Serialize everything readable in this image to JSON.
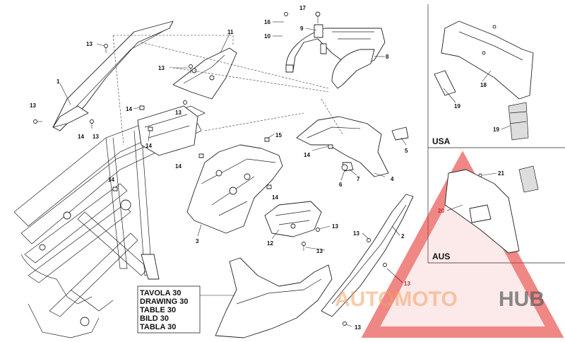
{
  "callouts": {
    "c1": "1",
    "c2": "2",
    "c3": "3",
    "c4": "4",
    "c5": "5",
    "c6": "6",
    "c7": "7",
    "c8": "8",
    "c9": "9",
    "c10": "10",
    "c11": "11",
    "c12": "12",
    "c13": "13",
    "c14": "14",
    "c15": "15",
    "c16": "16",
    "c17": "17",
    "c18": "18",
    "c19": "19",
    "c20": "20",
    "c21": "21"
  },
  "regions": {
    "usa": "USA",
    "aus": "AUS"
  },
  "table_label": [
    "TAVOLA 30",
    "DRAWING 30",
    "TABLE 30",
    "BILD 30",
    "TABLA 30"
  ],
  "watermark": {
    "part1": "AUTOMOTO",
    "part2": "HUB"
  },
  "colors": {
    "line": "#222222",
    "accent": "#e53935",
    "watermark_orange": "#f0a064",
    "watermark_gray": "#5a5a5a"
  }
}
